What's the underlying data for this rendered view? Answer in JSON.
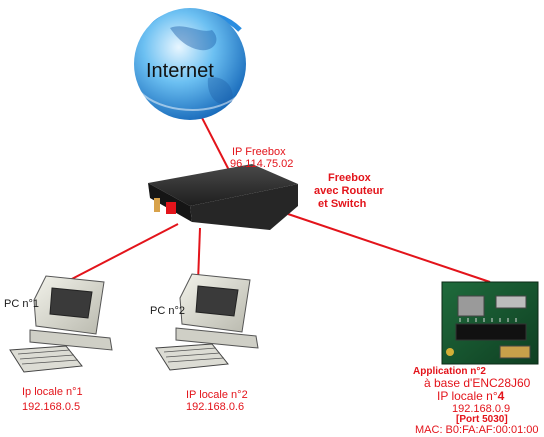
{
  "internet": {
    "label": "Internet"
  },
  "freebox": {
    "ip_title": "IP Freebox",
    "ip_value": "96.114.75.02",
    "name_line1": "Freebox",
    "name_line2": "avec Routeur",
    "name_line3": "et Switch"
  },
  "pc1": {
    "name": "PC n°1",
    "ip_title": "Ip locale n°1",
    "ip_value": "192.168.0.5"
  },
  "pc2": {
    "name": "PC n°2",
    "ip_title": "IP locale n°2",
    "ip_value": "192.168.0.6"
  },
  "app2": {
    "title": "Application n°2",
    "base": "à base d'ENC28J60",
    "ip_title_prefix": "IP locale n°",
    "ip_title_num": "4",
    "ip_value": "192.168.0.9",
    "port": "[Port 5030]",
    "mac": "MAC: B0:FA:AF:00:01:00"
  },
  "colors": {
    "link": "#e3141b",
    "globe": "#2a8de0",
    "router": "#2b2b2b"
  }
}
